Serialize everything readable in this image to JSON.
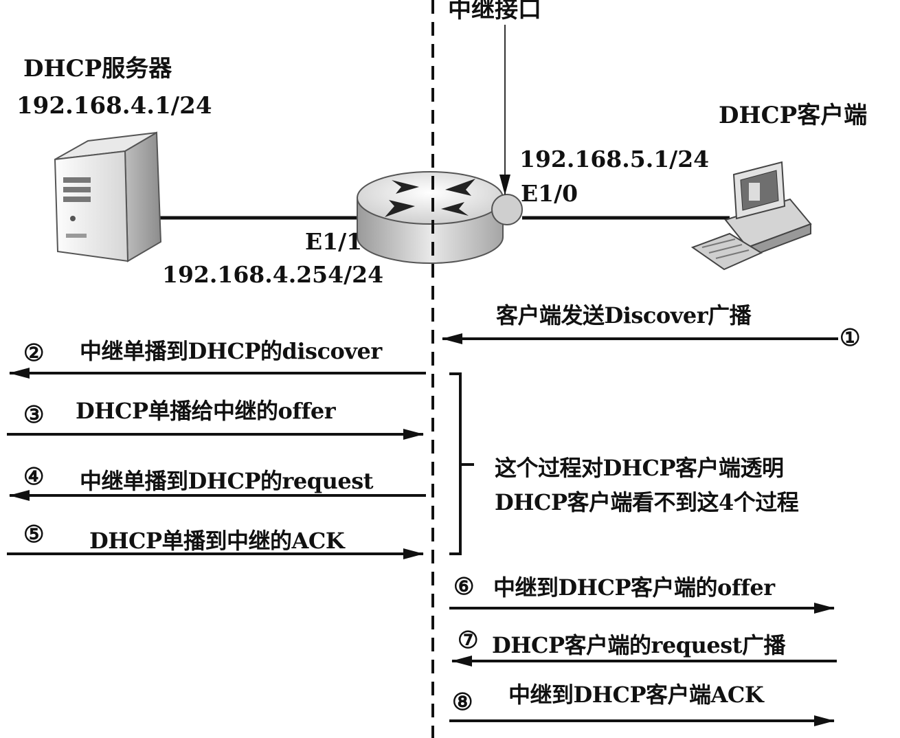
{
  "relay_interface_label": "中继接口",
  "server": {
    "title": "DHCP服务器",
    "ip": "192.168.4.1/24",
    "icon": "server-tower-icon"
  },
  "router": {
    "icon": "router-icon",
    "left_interface": "E1/1",
    "left_ip": "192.168.4.254/24",
    "right_interface": "E1/0",
    "right_ip": "192.168.5.1/24"
  },
  "client": {
    "title": "DHCP客户端",
    "icon": "desktop-computer-icon"
  },
  "steps": [
    {
      "num": "①",
      "text": "客户端发送Discover广播",
      "direction": "left"
    },
    {
      "num": "②",
      "text": "中继单播到DHCP的discover",
      "direction": "left"
    },
    {
      "num": "③",
      "text": "DHCP单播给中继的offer",
      "direction": "right"
    },
    {
      "num": "④",
      "text": "中继单播到DHCP的request",
      "direction": "left"
    },
    {
      "num": "⑤",
      "text": "DHCP单播到中继的ACK",
      "direction": "right"
    },
    {
      "num": "⑥",
      "text": "中继到DHCP客户端的offer",
      "direction": "right"
    },
    {
      "num": "⑦",
      "text": "DHCP客户端的request广播",
      "direction": "left"
    },
    {
      "num": "⑧",
      "text": "中继到DHCP客户端ACK",
      "direction": "right"
    }
  ],
  "bracket_note": {
    "line1": "这个过程对DHCP客户端透明",
    "line2": "DHCP客户端看不到这4个过程"
  }
}
